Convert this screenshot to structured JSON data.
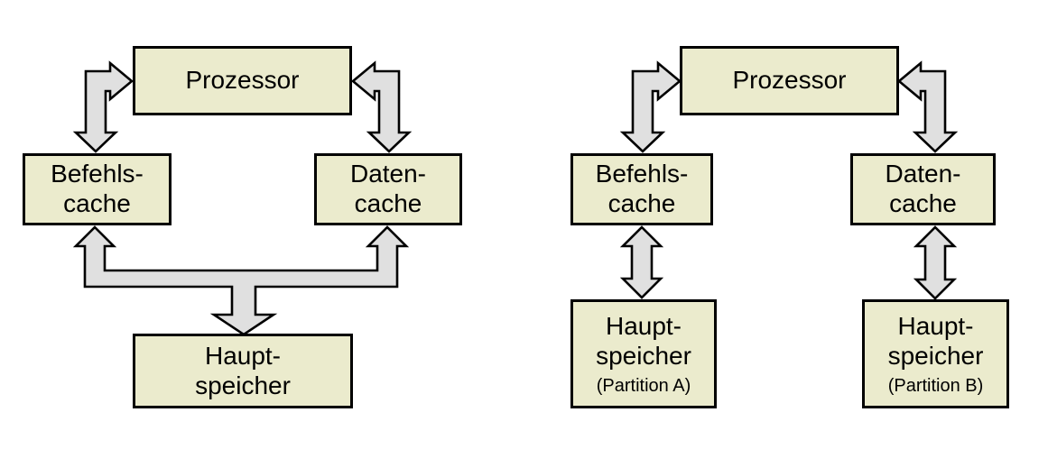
{
  "diagram_left": {
    "processor": "Prozessor",
    "instruction_cache": "Befehls-\ncache",
    "data_cache": "Daten-\ncache",
    "main_memory": "Haupt-\nspeicher"
  },
  "diagram_right": {
    "processor": "Prozessor",
    "instruction_cache": "Befehls-\ncache",
    "data_cache": "Daten-\ncache",
    "main_memory_a": "Haupt-\nspeicher",
    "main_memory_a_note": "(Partition A)",
    "main_memory_b": "Haupt-\nspeicher",
    "main_memory_b_note": "(Partition B)"
  },
  "colors": {
    "box_fill": "#ebebcd",
    "arrow_fill": "#e0e0e0",
    "outline": "#000000",
    "background": "#ffffff"
  }
}
